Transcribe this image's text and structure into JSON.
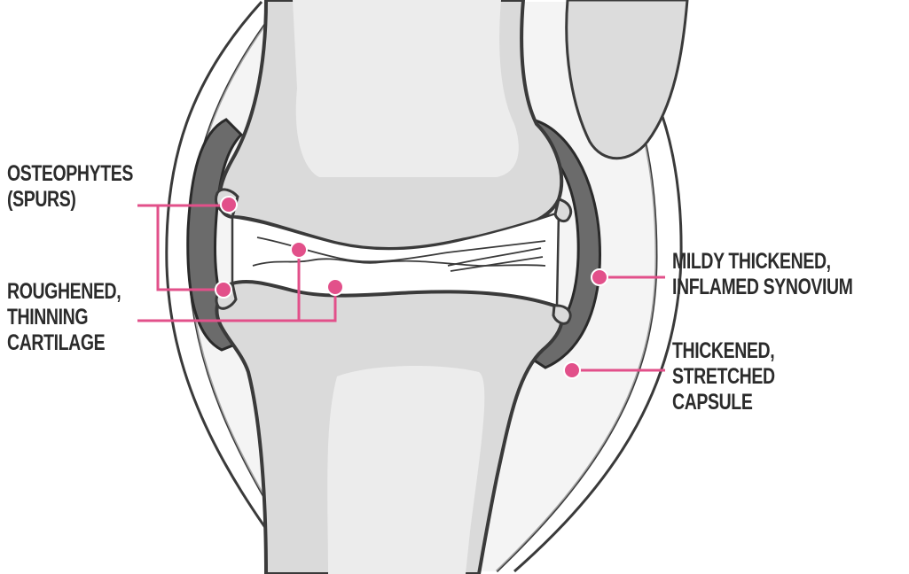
{
  "colors": {
    "accent": "#e2508a",
    "bone": "#dadada",
    "bone_inner": "#e8e8e8",
    "outline": "#3a3a3a",
    "synovium": "#6b6b6b",
    "capsule": "#e9e9e9",
    "text": "#2b2b2b"
  },
  "labels": {
    "osteophytes": [
      "OSTEOPHYTES",
      "(SPURS)"
    ],
    "cartilage": [
      "ROUGHENED,",
      "THINNING",
      "CARTILAGE"
    ],
    "synovium": [
      "MILDY THICKENED,",
      "INFLAMED SYNOVIUM"
    ],
    "capsule": [
      "THICKENED,",
      "STRETCHED",
      "CAPSULE"
    ]
  }
}
